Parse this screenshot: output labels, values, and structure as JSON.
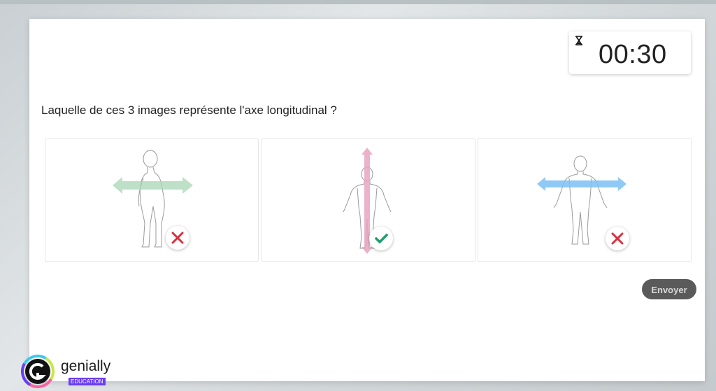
{
  "timer": {
    "value": "00:30",
    "icon": "hourglass-icon"
  },
  "question": {
    "text": "Laquelle de ces 3 images représente l'axe longitudinal ?"
  },
  "options": [
    {
      "name": "side-view-horizontal-axis",
      "axis_color": "#a8d5b5",
      "result": "incorrect"
    },
    {
      "name": "front-view-vertical-axis",
      "axis_color": "#e8a5c0",
      "result": "correct"
    },
    {
      "name": "back-view-horizontal-axis",
      "axis_color": "#7cc0f5",
      "result": "incorrect"
    }
  ],
  "actions": {
    "send_label": "Envoyer"
  },
  "brand": {
    "name": "genially",
    "tag": "EDUCATION"
  },
  "colors": {
    "correct": "#1e9e6a",
    "incorrect": "#d8323f",
    "button_bg": "#5a5a5a",
    "brand_purple": "#6a3df0"
  }
}
